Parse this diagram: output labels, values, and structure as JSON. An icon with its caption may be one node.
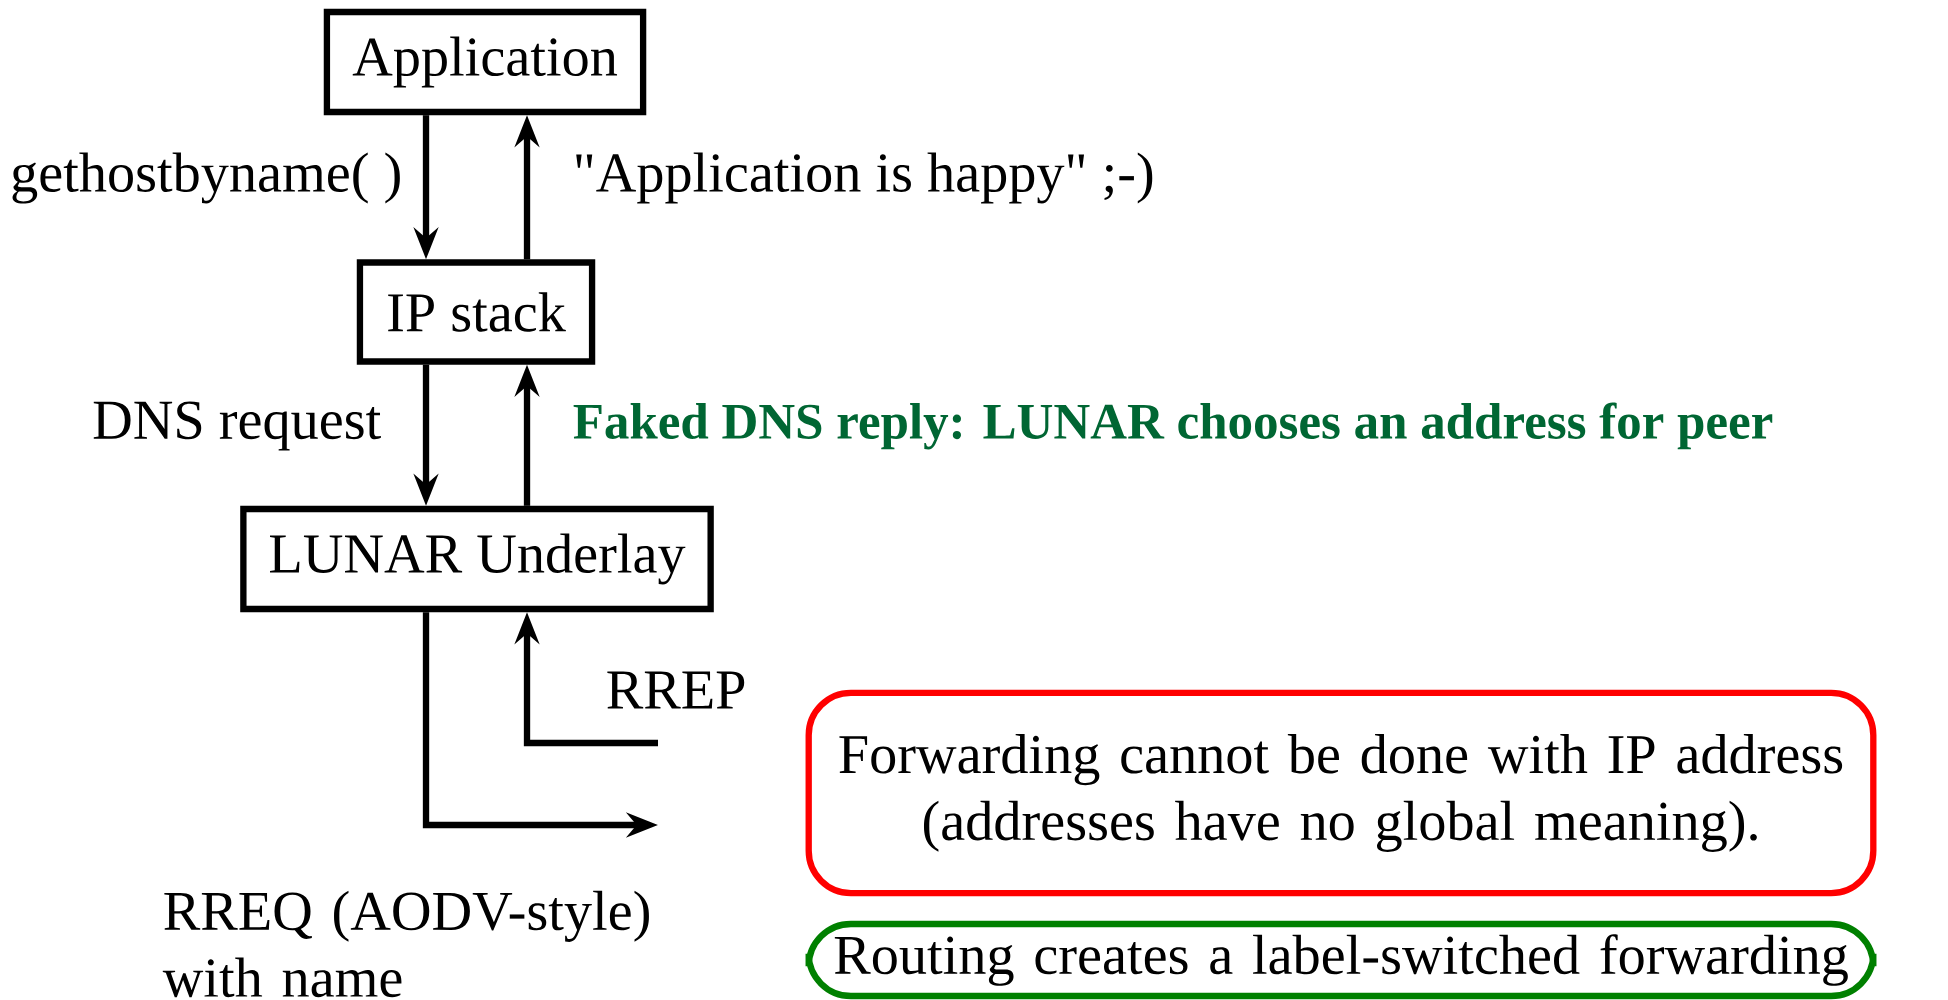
{
  "diagram": {
    "nodes": [
      {
        "text": [
          "Application"
        ]
      },
      {
        "text": [
          "IP stack"
        ]
      },
      {
        "text": [
          "LUNAR Underlay"
        ]
      },
      {
        "text": [
          "Forwarding cannot be done with IP address (addresses have no global meaning)."
        ]
      },
      {
        "text": [
          "Routing creates a label-switched forwarding"
        ]
      }
    ],
    "edges": [
      {
        "from": 0,
        "to": 1,
        "arrow": "to",
        "label": "gethostbyname( )"
      },
      {
        "from": 1,
        "to": 0,
        "arrow": "to",
        "label": "\"Application is happy\" ;-)"
      },
      {
        "from": 1,
        "to": 2,
        "arrow": "to",
        "label": "DNS request"
      },
      {
        "from": 2,
        "to": 1,
        "arrow": "to",
        "label": "Faked DNS reply: LUNAR chooses an address for peer"
      },
      {
        "from": null,
        "to": 2,
        "arrow": "to",
        "label": "RREP"
      },
      {
        "from": 2,
        "to": null,
        "arrow": "to",
        "label": "RREQ (AODV-style) with name"
      }
    ]
  }
}
